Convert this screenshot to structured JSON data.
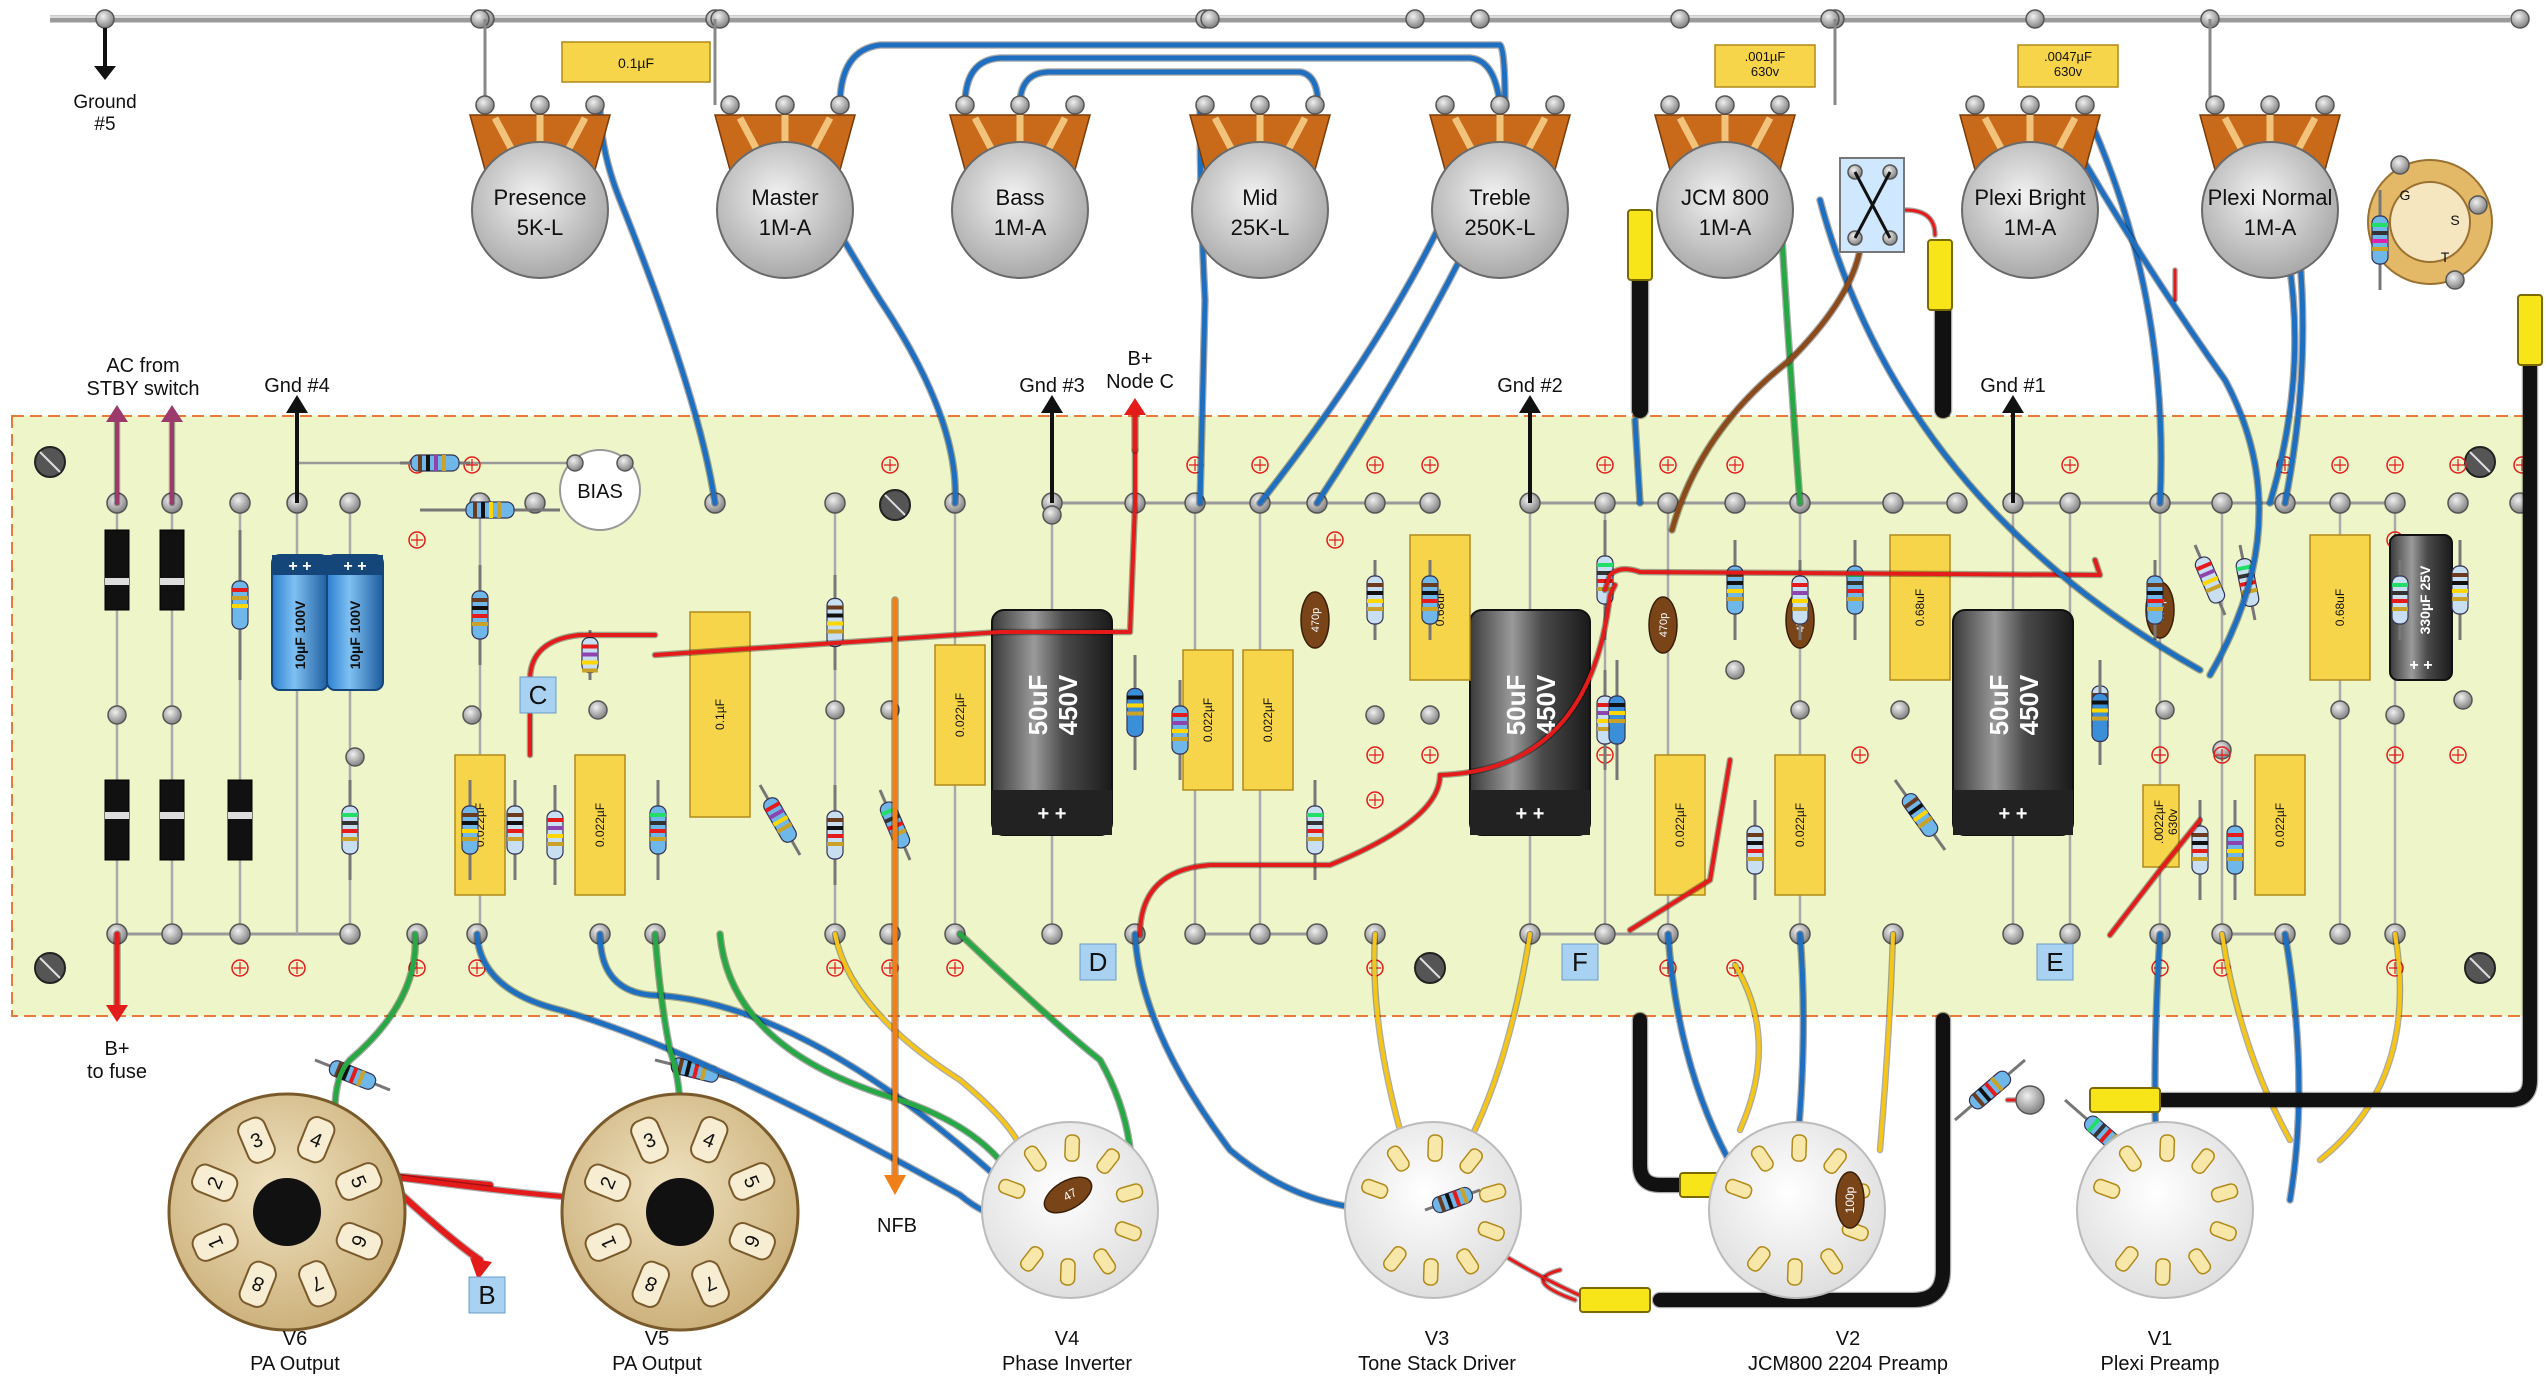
{
  "colors": {
    "board_fill": "#eef5c8",
    "board_border": "#e87a3a",
    "wire_blue": "#1f6fc0",
    "wire_red": "#e31b1b",
    "wire_green": "#27a844",
    "wire_yellow": "#f5c518",
    "wire_brown": "#8b4a1a",
    "wire_black": "#111111",
    "wire_orange": "#f07f1a",
    "wire_purple": "#9b3a6b",
    "cap_yellow": "#f7d54a",
    "pot_body": "#c8c8c8",
    "pot_lug": "#c96a1a",
    "socket_tan": "#e3cd9e",
    "label_box": "#a8d1f2"
  },
  "labels": {
    "ground5": "Ground\n#5",
    "ac_from_stby": "AC from\nSTBY switch",
    "gnd4": "Gnd #4",
    "gnd3": "Gnd #3",
    "b_plus_node_c": "B+\nNode C",
    "gnd2": "Gnd #2",
    "gnd1": "Gnd #1",
    "b_plus_to_fuse": "B+\nto fuse",
    "nfb": "NFB",
    "bias": "BIAS"
  },
  "pots": [
    {
      "name": "Presence",
      "value": "5K-L"
    },
    {
      "name": "Master",
      "value": "1M-A"
    },
    {
      "name": "Bass",
      "value": "1M-A"
    },
    {
      "name": "Mid",
      "value": "25K-L"
    },
    {
      "name": "Treble",
      "value": "250K-L"
    },
    {
      "name": "JCM 800",
      "value": "1M-A"
    },
    {
      "name": "Plexi Bright",
      "value": "1M-A"
    },
    {
      "name": "Plexi Normal",
      "value": "1M-A"
    }
  ],
  "top_caps": {
    "presence_cap": "0.1µF",
    "jcm_cap": ".001µF\n630v",
    "plexi_cap": ".0047µF\n630v"
  },
  "board_caps": {
    "filter_left_1": "10µF 100V",
    "filter_left_2": "10µF 100V",
    "big_1": "50uF\n450V",
    "big_2": "50uF\n450V",
    "big_3": "50uF\n450V",
    "small_330": "330µF 25V",
    "coupling_0_1": "0.1µF",
    "c_0022": "0.022µF",
    "c_068": "0.68uF",
    "c_470p": "470p",
    "c_0022_630": ".0022µF\n630v",
    "c_100p": "100p",
    "c_47": "47"
  },
  "node_labels": [
    "C",
    "D",
    "F",
    "E",
    "B"
  ],
  "sockets": [
    {
      "id": "V6",
      "desc": "PA Output"
    },
    {
      "id": "V5",
      "desc": "PA Output"
    },
    {
      "id": "V4",
      "desc": "Phase Inverter"
    },
    {
      "id": "V3",
      "desc": "Tone Stack Driver"
    },
    {
      "id": "V2",
      "desc": "JCM800 2204 Preamp"
    },
    {
      "id": "V1",
      "desc": "Plexi Preamp"
    }
  ],
  "octal_pins": [
    "1",
    "2",
    "3",
    "4",
    "5",
    "6",
    "7",
    "8"
  ],
  "jack_labels": [
    "G",
    "S",
    "T"
  ]
}
